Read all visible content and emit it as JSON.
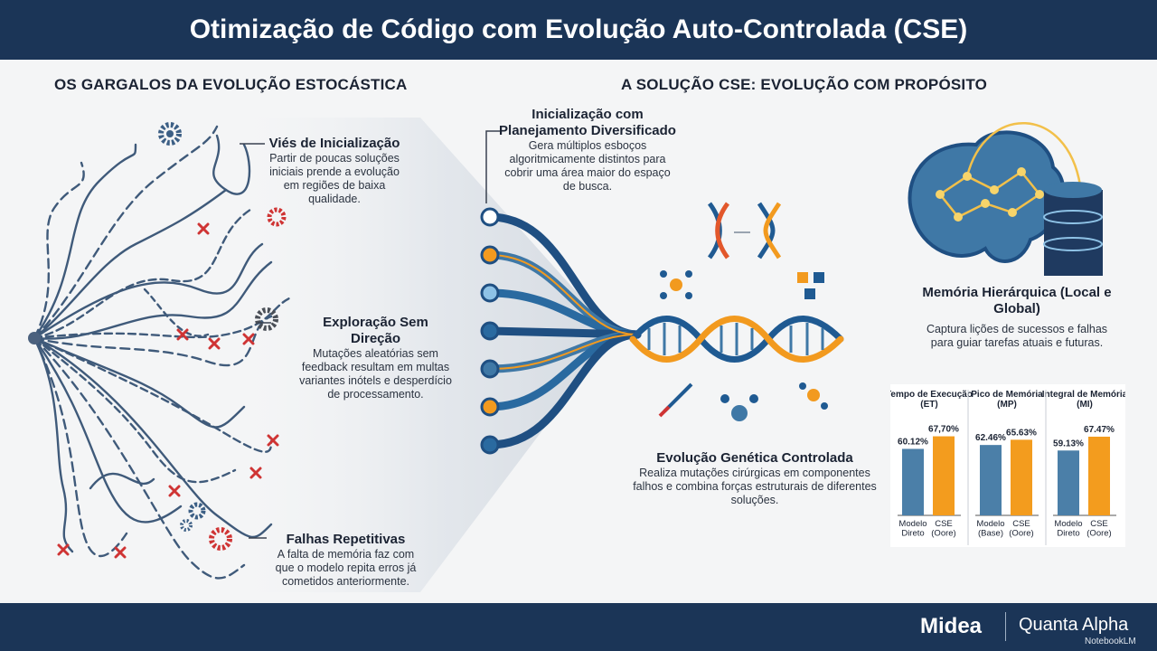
{
  "title": "Otimização de Código com Evolução Auto-Controlada (CSE)",
  "left": {
    "heading": "OS GARGALOS DA EVOLUÇÃO ESTOCÁSTICA",
    "items": [
      {
        "title": "Viés de Inicialização",
        "desc": "Partir de poucas soluções iniciais prende a evolução em regiões de baixa qualidade."
      },
      {
        "title": "Exploração Sem Direção",
        "desc": "Mutações aleatórias sem feedback resultam em multas variantes inótels e desperdício de processamento."
      },
      {
        "title": "Falhas Repetitivas",
        "desc": "A falta de memória faz com que o modelo repita erros já cometidos anteriormente."
      }
    ]
  },
  "right": {
    "heading": "A SOLUÇÃO CSE: EVOLUÇÃO COM PROPÓSITO",
    "init": {
      "title": "Inicialização com Planejamento Diversificado",
      "desc": "Gera múltiplos esboços algoritmicamente distintos para cobrir uma área maior do espaço de busca."
    },
    "memory": {
      "title": "Memória Hierárquica (Local e Global)",
      "desc": "Captura lições de sucessos e falhas para guiar tarefas atuais e futuras."
    },
    "genetic": {
      "title": "Evolução Genética Controlada",
      "desc": "Realiza mutações cirúrgicas em componentes falhos e combina forças estruturais de diferentes soluções."
    }
  },
  "colors": {
    "header": "#1b3557",
    "accent": "#f29a1f",
    "blue": "#3f78a6",
    "red": "#cf3434"
  },
  "chart_data": {
    "type": "bar",
    "ylim": [
      0,
      100
    ],
    "groups": [
      {
        "title": "Tempo de Execução (ET)",
        "bars": [
          {
            "label": "Modelo Direto",
            "value": 60.12,
            "text": "60.12%"
          },
          {
            "label": "CSE (Oore)",
            "value": 67.7,
            "text": "67,70%"
          }
        ]
      },
      {
        "title": "Pico de Memória (MP)",
        "bars": [
          {
            "label": "Modelo (Base)",
            "value": 62.46,
            "text": "62.46%"
          },
          {
            "label": "CSE (Oore)",
            "value": 65.63,
            "text": "65.63%"
          }
        ]
      },
      {
        "title": "Integral de Memória (MI)",
        "bars": [
          {
            "label": "Modelo Direto",
            "value": 59.13,
            "text": "59.13%"
          },
          {
            "label": "CSE (Oore)",
            "value": 67.47,
            "text": "67.47%"
          }
        ]
      }
    ]
  },
  "footer": {
    "logo1": "Midea",
    "logo2": "Quanta Alpha",
    "watermark": "NotebookLM"
  }
}
